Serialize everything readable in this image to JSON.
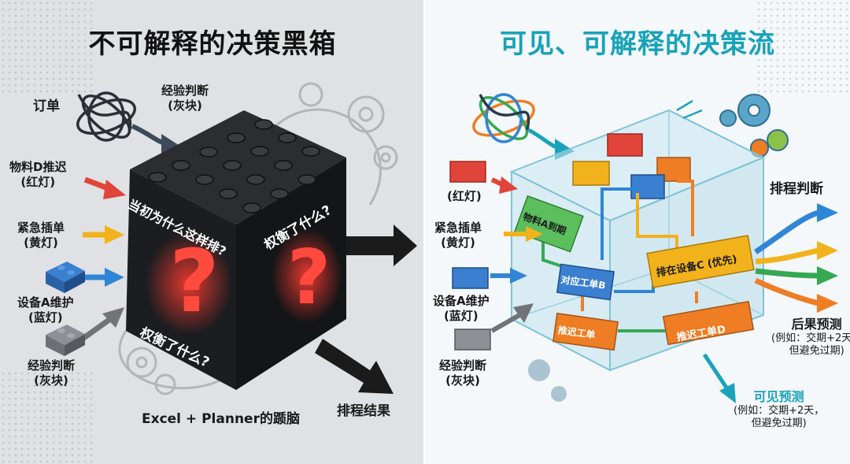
{
  "left": {
    "title": "不可解释的决策黑箱",
    "inputs": {
      "order": "订单",
      "experience_top": [
        "经验判断",
        "(灰块)"
      ],
      "material": [
        "物料D推迟",
        "(红灯)"
      ],
      "urgent": [
        "紧急插单",
        "(黄灯)"
      ],
      "equipment": [
        "设备A维护",
        "(蓝灯)"
      ],
      "experience_bottom": [
        "经验判断",
        "(灰块)"
      ]
    },
    "cube": {
      "front_question": "当初为什么这样排?",
      "front_question_bottom": "权衡了什么?",
      "side_question": "权衡了什么?",
      "question_mark": "?"
    },
    "caption": "Excel + Planner的踬脑",
    "output": "排程结果"
  },
  "right": {
    "title": "可见、可解释的决策流",
    "inputs": {
      "red": "(红灯)",
      "urgent": [
        "紧急插单",
        "(黄灯)"
      ],
      "equipment": [
        "设备A维护",
        "(蓝灯)"
      ],
      "experience": [
        "经验判断",
        "(灰块)"
      ]
    },
    "bricks": {
      "material": "物料A到期",
      "assign": "对应工单B",
      "equipment": "排在设备C (优先)",
      "delay": "推迟工单",
      "delay_d": "推迟工单D"
    },
    "outputs": {
      "judgement": "排程判断",
      "consequence": [
        "后果预测",
        "(例如：交期+2天，",
        "但避免过期)"
      ],
      "visible": [
        "可见预测",
        "(例如：交期+2天，",
        "但避免过期)"
      ]
    }
  },
  "colors": {
    "cube_dark": "#1f2023",
    "glow_red": "#ff3b30",
    "teal": "#18a2b8",
    "arrow_red": "#e0443a",
    "arrow_yellow": "#f2b21c",
    "arrow_blue": "#2f86d6",
    "arrow_gray": "#6f7479",
    "arrow_green": "#36a852",
    "arrow_orange": "#ef7d23"
  }
}
